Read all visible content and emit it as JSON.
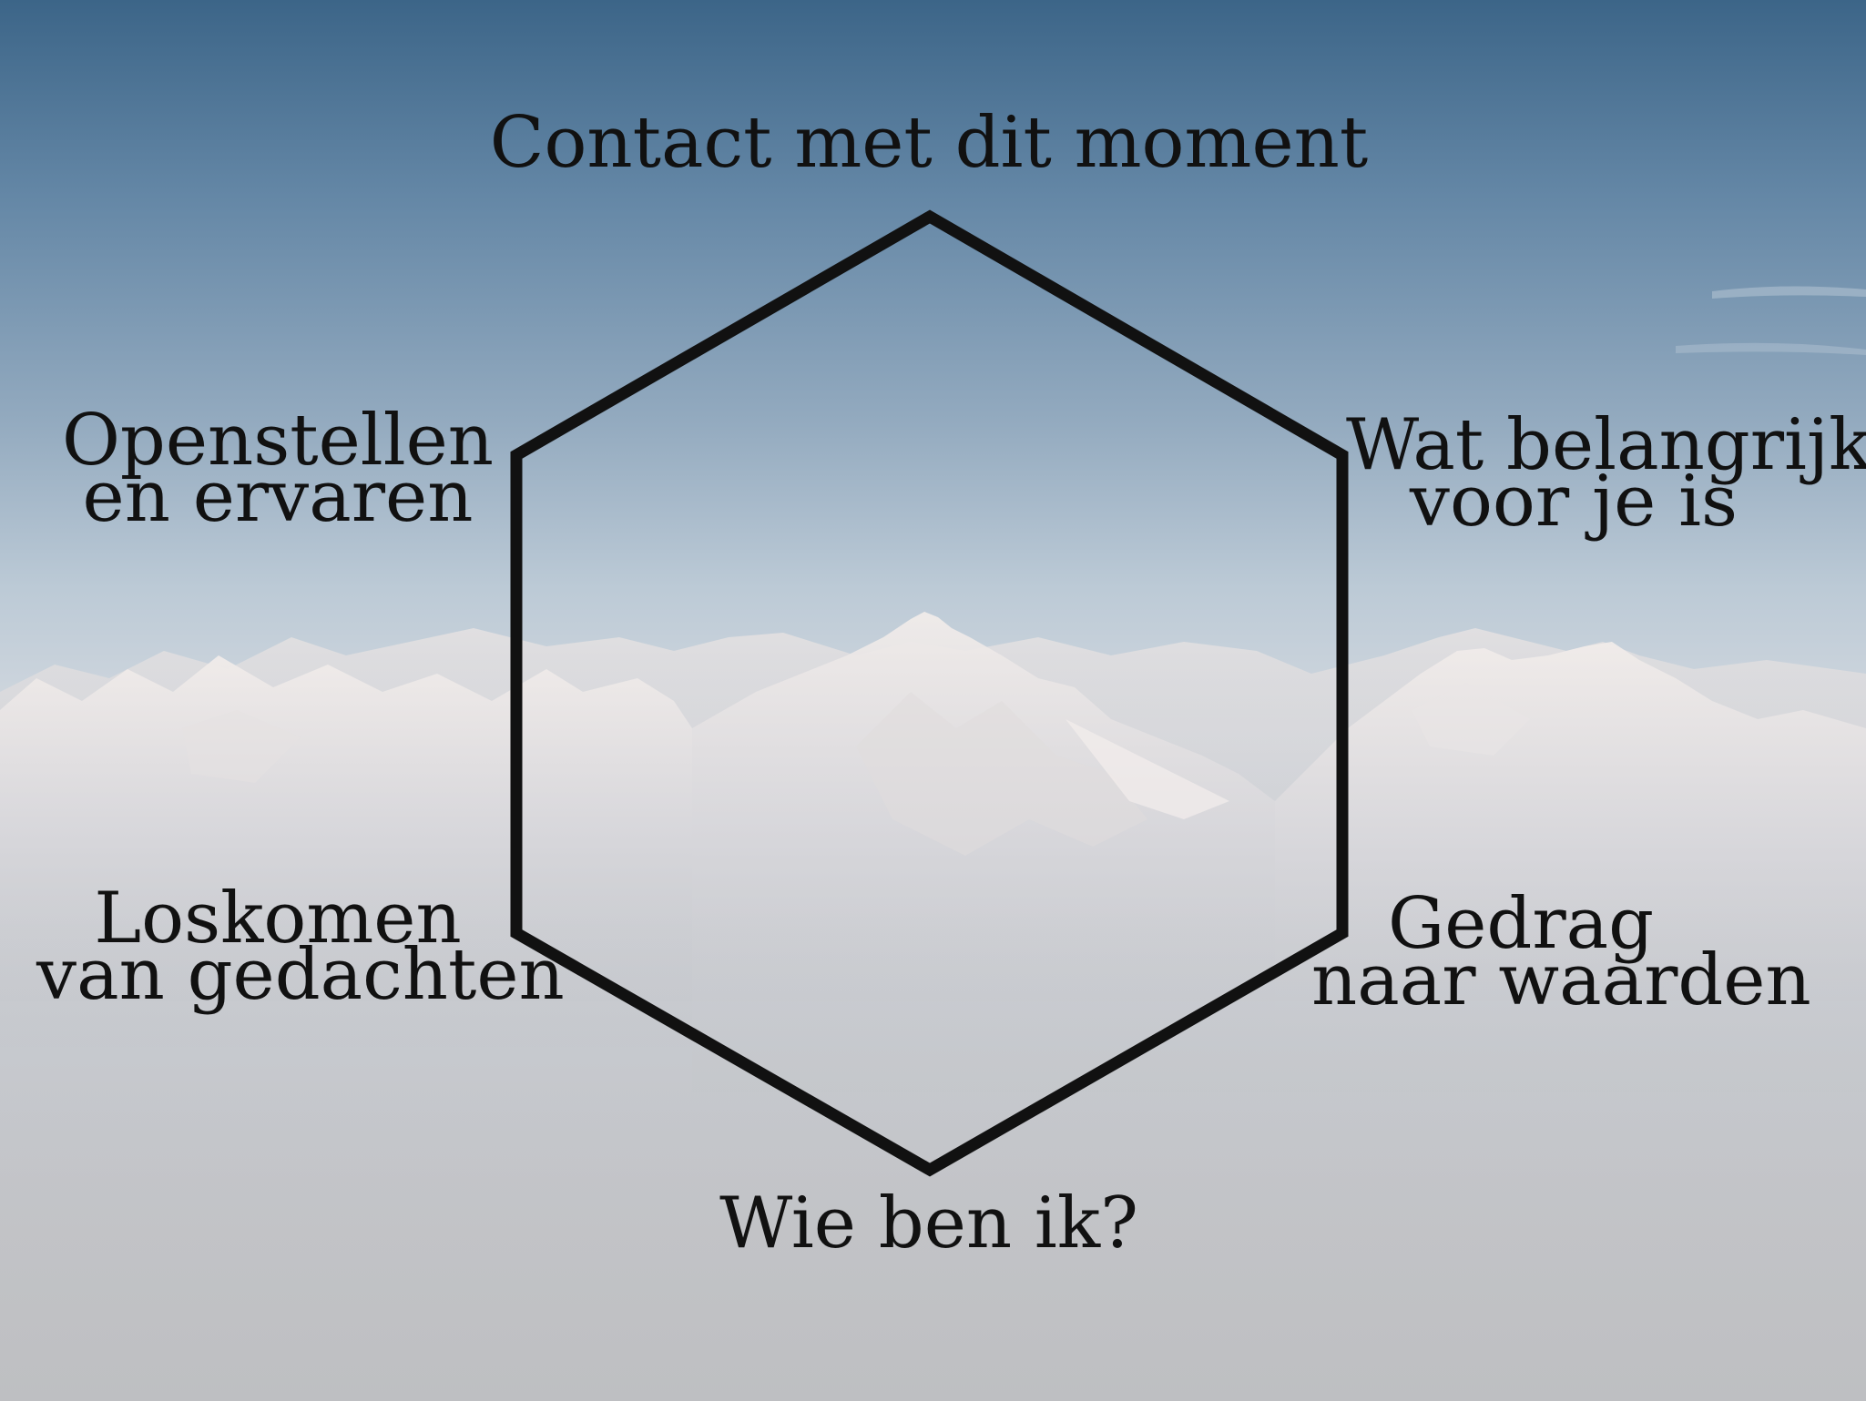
{
  "diagram": {
    "labels": {
      "top": "Contact met dit moment",
      "upper_right": [
        "Wat belangrijk",
        "voor je is"
      ],
      "lower_right": [
        "Gedrag",
        "naar waarden"
      ],
      "bottom": "Wie ben ik?",
      "lower_left": [
        "Loskomen",
        "van gedachten"
      ],
      "upper_left": [
        "Openstellen",
        "en ervaren"
      ]
    },
    "hexagon_color": "#111111"
  },
  "colors": {
    "sky_top": "#3c6588",
    "haze": "#d2d8df",
    "mountain": "#e8e6e6"
  }
}
